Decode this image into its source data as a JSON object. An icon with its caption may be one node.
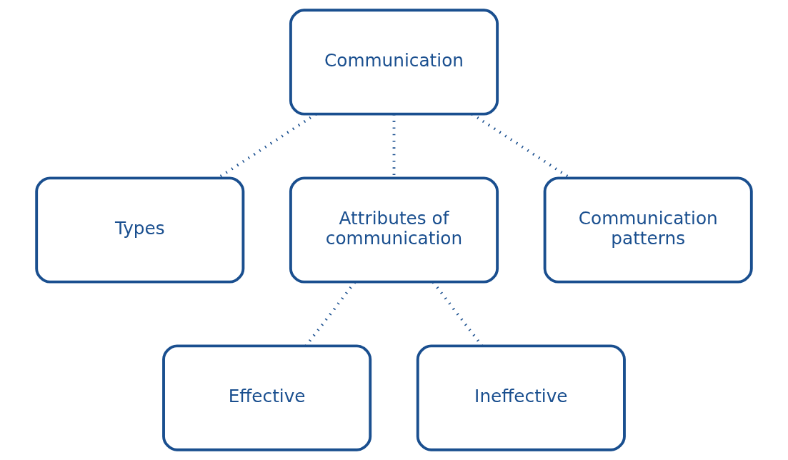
{
  "diagram": {
    "nodes": [
      {
        "text": [
          "Communication"
        ]
      },
      {
        "text": [
          "Types"
        ]
      },
      {
        "text": [
          "Attributes of communication"
        ]
      },
      {
        "text": [
          "Communication patterns"
        ]
      },
      {
        "text": [
          "Effective"
        ]
      },
      {
        "text": [
          "Ineffective"
        ]
      }
    ],
    "edges": [
      {
        "from": 0,
        "to": 1,
        "arrow": "none"
      },
      {
        "from": 0,
        "to": 2,
        "arrow": "none"
      },
      {
        "from": 0,
        "to": 3,
        "arrow": "none"
      },
      {
        "from": 2,
        "to": 4,
        "arrow": "none"
      },
      {
        "from": 2,
        "to": 5,
        "arrow": "none"
      }
    ]
  }
}
